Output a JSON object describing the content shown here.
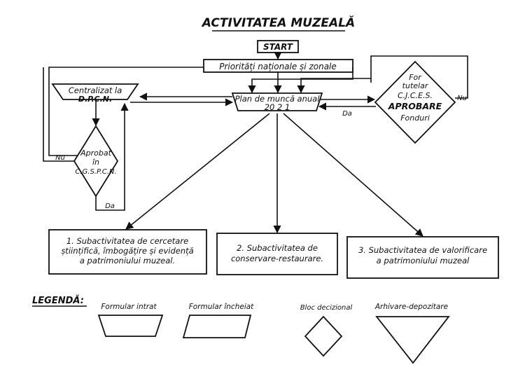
{
  "title": "ACTIVITATEA MUZEALĂ",
  "start": "START",
  "priorities": "Priorități naționale și zonale",
  "centralizat": {
    "line1": "Centralizat la",
    "line2": "D.P.C.N."
  },
  "plan": {
    "line1": "Plan de muncă anual",
    "line2": "20  2  1"
  },
  "fonduri": {
    "line1": "For",
    "line2": "tutelar",
    "line3": "C.J.C.E.S.",
    "line4": "APROBARE",
    "line5": "Fonduri"
  },
  "aprobat": {
    "line1": "Aprobat",
    "line2": "în",
    "line3": "C.G.S.P.C.N."
  },
  "labels": {
    "nu_left": "Nu",
    "da_left": "Da",
    "da_mid": "Da",
    "nu_right": "Nu"
  },
  "sub1": {
    "line1": "1. Subactivitatea de cercetare",
    "line2": "științifică, îmbogățire și evidență",
    "line3": "a patrimoniului muzeal."
  },
  "sub2": {
    "line1": "2. Subactivitatea de",
    "line2": "conservare-restaurare."
  },
  "sub3": {
    "line1": "3. Subactivitatea de valorificare",
    "line2": "a patrimoniului muzeal"
  },
  "legend": {
    "title": "LEGENDĂ:",
    "formular_intrat": "Formular intrat",
    "formular_incheiat": "Formular încheiat",
    "bloc_decizional": "Bloc decizional",
    "arhivare": "Arhivare-depozitare"
  }
}
